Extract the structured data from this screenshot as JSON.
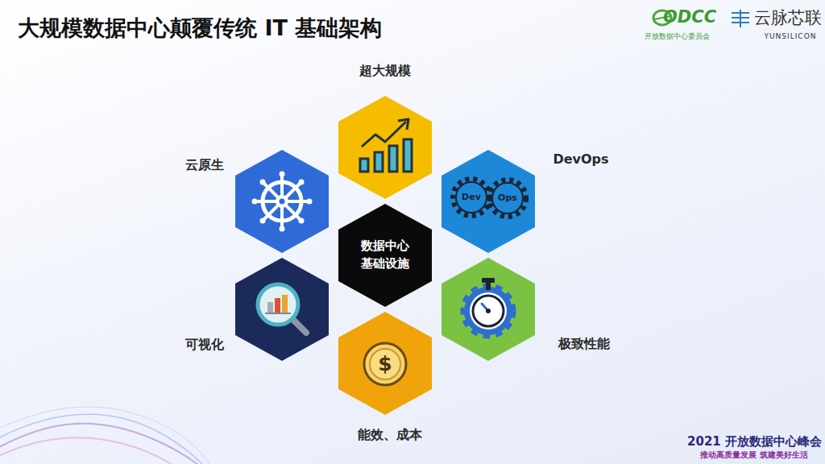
{
  "diagram": {
    "title": "大规模数据中心颠覆传统 IT 基础架构",
    "nodes": [
      {
        "text": [
          "超大规模"
        ]
      },
      {
        "text": [
          "云原生"
        ]
      },
      {
        "text": [
          "DevOps"
        ]
      },
      {
        "text": [
          "数据中心 基础设施"
        ]
      },
      {
        "text": [
          "可视化"
        ]
      },
      {
        "text": [
          "极致性能"
        ]
      },
      {
        "text": [
          "能效、成本"
        ]
      }
    ],
    "labels": [
      "Dev",
      "Ops",
      "$",
      "ODCC",
      "开放数据中心委员会",
      "云脉芯联",
      "YUNSILICON",
      "2021 开放数据中心峰会",
      "推动高质量发展 筑建美好生活"
    ]
  }
}
